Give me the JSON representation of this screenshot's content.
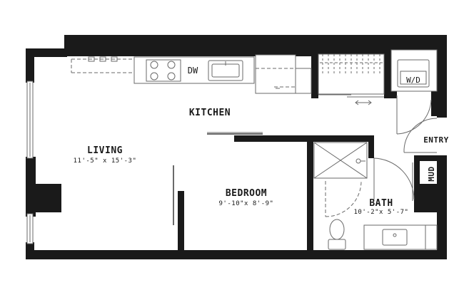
{
  "rooms": {
    "kitchen": {
      "name": "KITCHEN"
    },
    "living": {
      "name": "LIVING",
      "dims": "11'-5\" x 15'-3\""
    },
    "bedroom": {
      "name": "BEDROOM",
      "dims": "9'-10\"x 8'-9\""
    },
    "bath": {
      "name": "BATH",
      "dims": "10'-2\"x 5'-7\""
    },
    "entry": {
      "name": "ENTRY"
    },
    "mud": {
      "name": "MUD"
    }
  },
  "fixtures": {
    "dishwasher": "DW",
    "washer_dryer": "W/D"
  },
  "colors": {
    "wall": "#1a1a1a",
    "line": "#6a6a6a",
    "fixture_fill": "#ffffff"
  }
}
